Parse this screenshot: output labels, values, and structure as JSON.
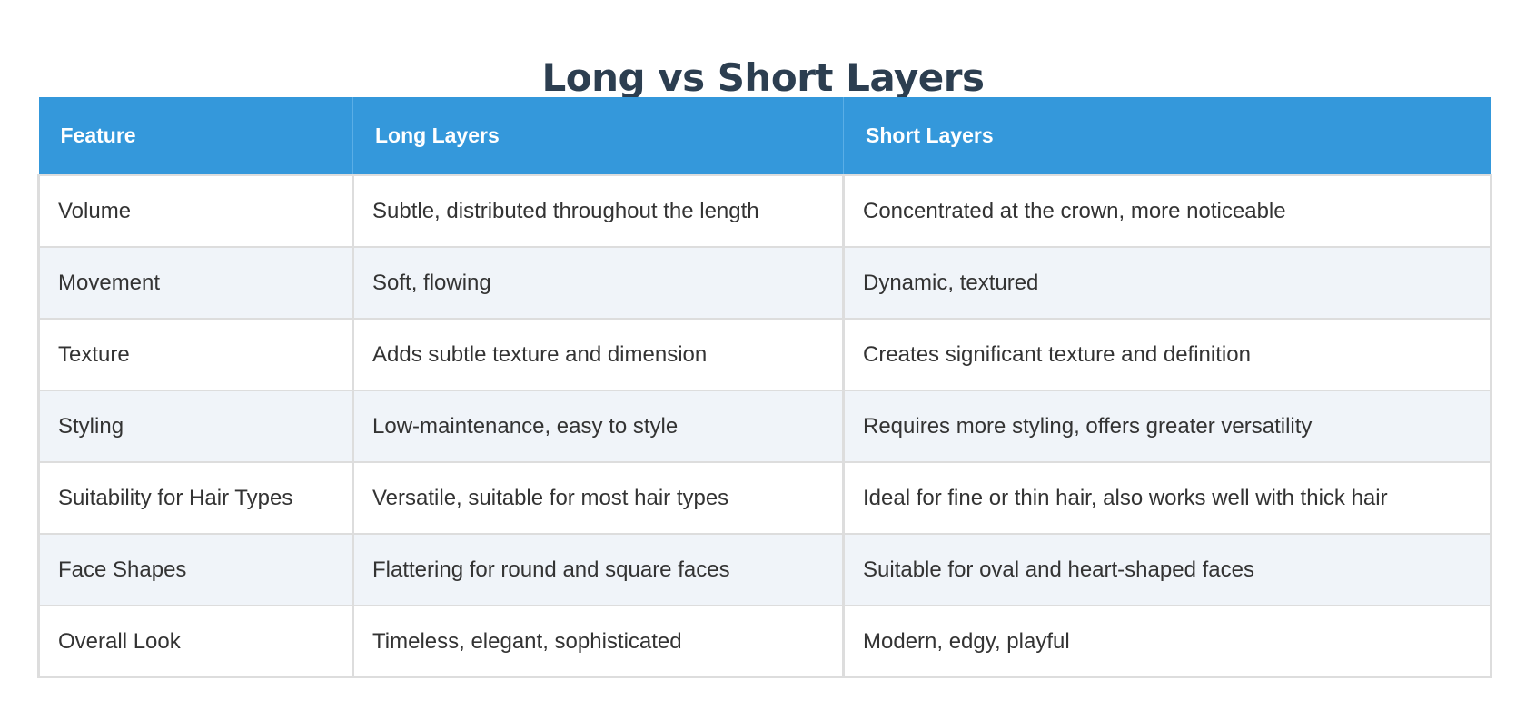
{
  "title": "Long vs Short Layers",
  "colors": {
    "title": "#2c3e50",
    "header_bg": "#3498db",
    "header_text": "#ffffff",
    "row_alt_bg": "#f0f4f9",
    "border": "#dddddd",
    "cell_text": "#333333"
  },
  "table": {
    "headers": [
      "Feature",
      "Long Layers",
      "Short Layers"
    ],
    "rows": [
      [
        "Volume",
        "Subtle, distributed throughout the length",
        "Concentrated at the crown, more noticeable"
      ],
      [
        "Movement",
        "Soft, flowing",
        "Dynamic, textured"
      ],
      [
        "Texture",
        "Adds subtle texture and dimension",
        "Creates significant texture and definition"
      ],
      [
        "Styling",
        "Low-maintenance, easy to style",
        "Requires more styling, offers greater versatility"
      ],
      [
        "Suitability for Hair Types",
        "Versatile, suitable for most hair types",
        "Ideal for fine or thin hair, also works well with thick hair"
      ],
      [
        "Face Shapes",
        "Flattering for round and square faces",
        "Suitable for oval and heart-shaped faces"
      ],
      [
        "Overall Look",
        "Timeless, elegant, sophisticated",
        "Modern, edgy, playful"
      ]
    ]
  }
}
